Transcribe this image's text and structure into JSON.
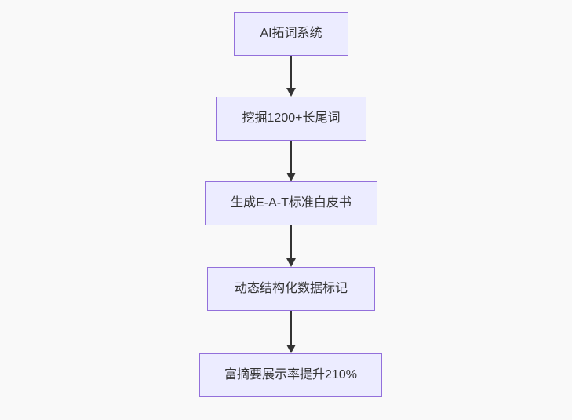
{
  "flowchart": {
    "type": "flowchart",
    "direction": "top-down",
    "nodes": [
      {
        "label": "AI拓词系统"
      },
      {
        "label": "挖掘1200+长尾词"
      },
      {
        "label": "生成E-A-T标准白皮书"
      },
      {
        "label": "动态结构化数据标记"
      },
      {
        "label": "富摘要展示率提升210%"
      }
    ],
    "edges": [
      {
        "from": "AI拓词系统",
        "to": "挖掘1200+长尾词",
        "arrow": "down"
      },
      {
        "from": "挖掘1200+长尾词",
        "to": "生成E-A-T标准白皮书",
        "arrow": "down"
      },
      {
        "from": "生成E-A-T标准白皮书",
        "to": "动态结构化数据标记",
        "arrow": "down"
      },
      {
        "from": "动态结构化数据标记",
        "to": "富摘要展示率提升210%",
        "arrow": "down"
      }
    ],
    "colors": {
      "node_fill": "#ECECFF",
      "node_border": "#9370DB",
      "arrow": "#333333",
      "text": "#333333",
      "background": "#f9f9f9"
    }
  }
}
